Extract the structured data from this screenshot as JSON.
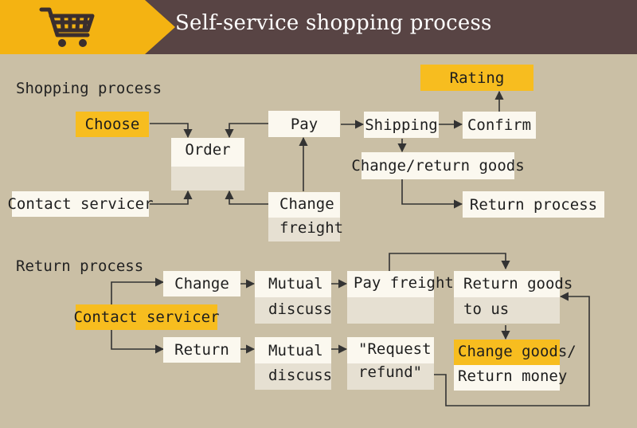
{
  "header": {
    "title": "Self-service shopping process",
    "icon": "shopping-cart-icon",
    "accent_color": "#f4b312"
  },
  "shopping": {
    "label": "Shopping process",
    "choose": "Choose",
    "order": "Order",
    "contact_servicer": "Contact servicer",
    "pay": "Pay",
    "change_freight": [
      "Change",
      "freight"
    ],
    "shipping": "Shipping",
    "confirm": "Confirm",
    "rating": "Rating",
    "change_return_goods": "Change/return goods",
    "return_process": "Return process"
  },
  "returns": {
    "label": "Return process",
    "contact_servicer": "Contact servicer",
    "change": "Change",
    "return": "Return",
    "mutual_discuss_1": [
      "Mutual",
      "discuss"
    ],
    "mutual_discuss_2": [
      "Mutual",
      "discuss"
    ],
    "pay_freight": "Pay freight",
    "request_refund": [
      "\"Request",
      "refund\""
    ],
    "return_goods_to_us": [
      "Return goods",
      "to us"
    ],
    "change_goods_return_money": [
      "Change goods/",
      "Return money"
    ]
  }
}
